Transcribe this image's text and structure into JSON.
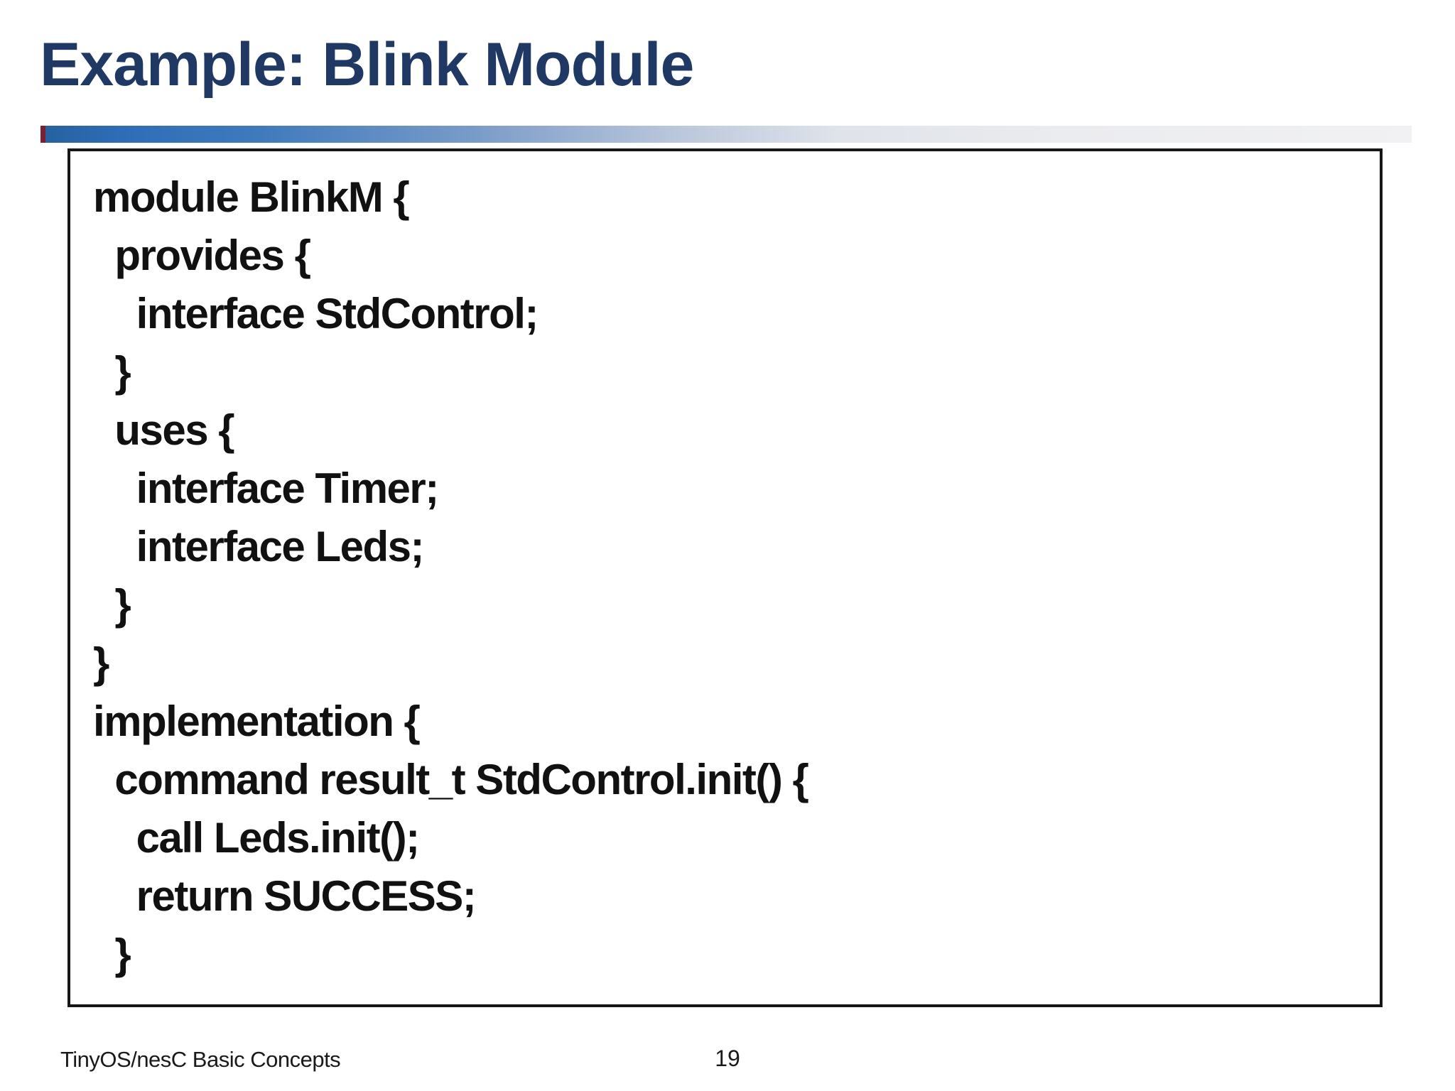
{
  "slide": {
    "title": "Example: Blink Module",
    "colors": {
      "title_navy": "#1f3864",
      "rule_blue_start": "#2e6db6",
      "rule_fade_end": "#f1f1f3",
      "rule_left_cap_red": "#7d2030",
      "code_text": "#111111",
      "box_border": "#161616",
      "background": "#ffffff"
    },
    "code": {
      "language": "nesC",
      "lines": [
        "module BlinkM {",
        "  provides {",
        "    interface StdControl;",
        "  }",
        "  uses {",
        "    interface Timer;",
        "    interface Leds;",
        "  }",
        "}",
        "implementation {",
        "  command result_t StdControl.init() {",
        "    call Leds.init();",
        "    return SUCCESS;",
        "  }"
      ]
    },
    "footer": {
      "left": "TinyOS/nesC Basic Concepts",
      "page_number": "19"
    }
  }
}
